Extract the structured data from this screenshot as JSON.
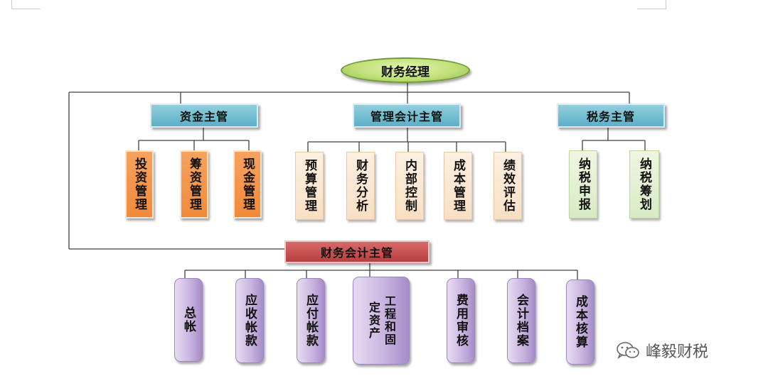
{
  "root": {
    "label": "财务经理"
  },
  "supervisors": {
    "fund": {
      "label": "资金主管",
      "children": [
        "投资管理",
        "筹资管理",
        "现金管理"
      ]
    },
    "management_accounting": {
      "label": "管理会计主管",
      "children": [
        "预算管理",
        "财务分析",
        "内部控制",
        "成本管理",
        "绩效评估"
      ]
    },
    "tax": {
      "label": "税务主管",
      "children": [
        "纳税申报",
        "纳税筹划"
      ]
    },
    "financial_accounting": {
      "label": "财务会计主管",
      "children": [
        "总帐",
        "应收帐款",
        "应付帐款",
        "工程和固定资产",
        "费用审核",
        "会计档案",
        "成本核算"
      ]
    }
  },
  "watermark": {
    "text": "峰毅财税",
    "icon": "wechat-icon"
  },
  "colors": {
    "root": "#c2e07a",
    "supervisor": "#5bb0c8",
    "financial_accounting": "#b83f3f",
    "fund_children": "#f08a3a",
    "management_children": "#f8dfc4",
    "tax_children": "#d9ebc5",
    "accounting_children": "#c9b5e0",
    "connector": "#404040"
  }
}
